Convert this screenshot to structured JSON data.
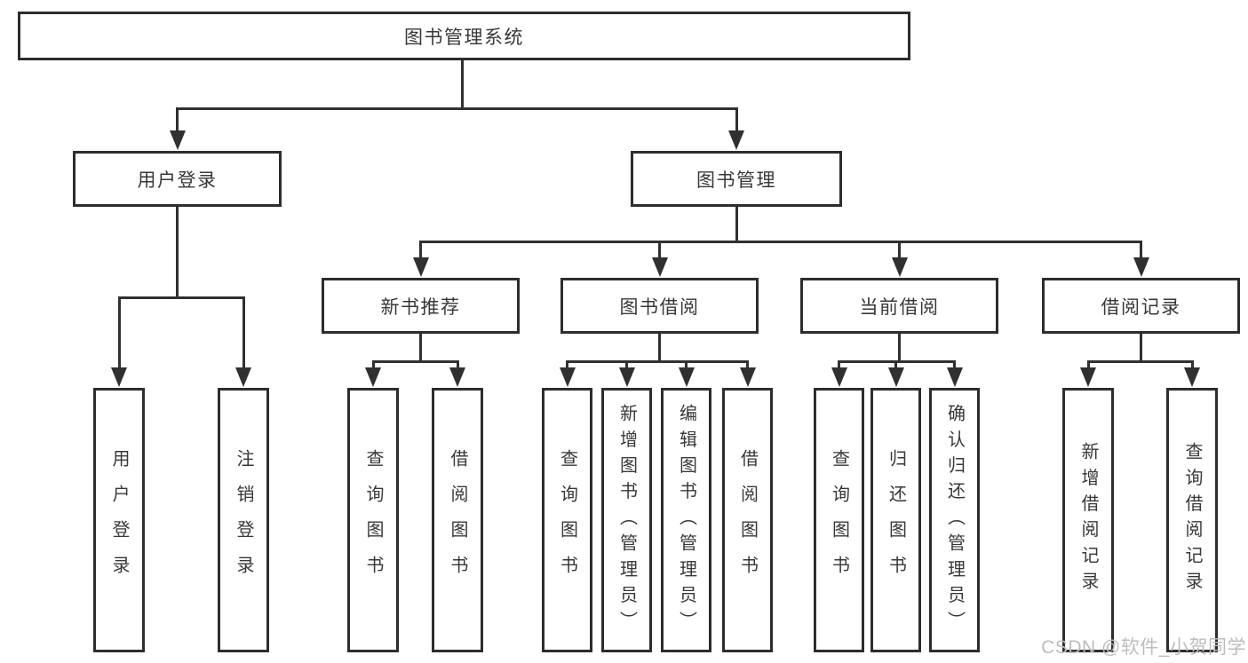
{
  "title": "图书管理系统",
  "nodes": {
    "user_login": "用户登录",
    "book_mgmt": "图书管理",
    "new_book_recommend": "新书推荐",
    "book_borrow": "图书借阅",
    "current_borrow": "当前借阅",
    "borrow_records": "借阅记录"
  },
  "leaves": {
    "user_login": [
      "用户登录",
      "注销登录"
    ],
    "new_book_recommend": [
      "查询图书",
      "借阅图书"
    ],
    "book_borrow": [
      "查询图书",
      "新增图书（管理员）",
      "编辑图书（管理员）",
      "借阅图书"
    ],
    "current_borrow": [
      "查询图书",
      "归还图书",
      "确认归还（管理员）"
    ],
    "borrow_records": [
      "新增借阅记录",
      "查询借阅记录"
    ]
  },
  "watermark": "CSDN @软件_小贺同学",
  "colors": {
    "line": "#303030",
    "box_border": "#2d2d2d",
    "box_fill": "#ffffff",
    "text": "#383838",
    "watermark": "#bdbdbd",
    "background": "#ffffff"
  }
}
